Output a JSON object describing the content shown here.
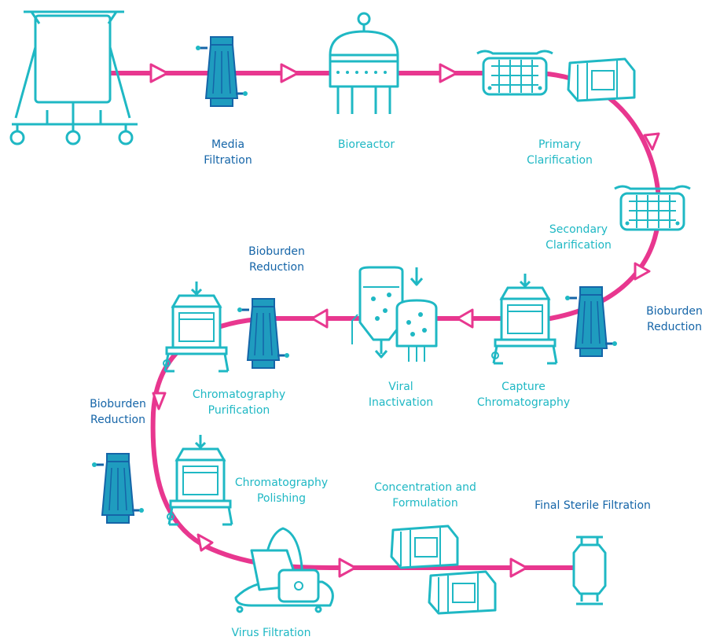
{
  "colors": {
    "flow_line": "#e8378f",
    "outline": "#1fb8c4",
    "filter_fill": "#1f9cbf",
    "filter_dark": "#1565a8",
    "label_dark": "#1565a8",
    "label_cyan": "#1fb8c4"
  },
  "steps": [
    {
      "id": "media-filtration",
      "lines": [
        "Media",
        "Filtration"
      ],
      "tone": "dark"
    },
    {
      "id": "bioreactor",
      "lines": [
        "Bioreactor"
      ],
      "tone": "cyan"
    },
    {
      "id": "primary-clarification",
      "lines": [
        "Primary",
        "Clarification"
      ],
      "tone": "cyan"
    },
    {
      "id": "secondary-clarification",
      "lines": [
        "Secondary",
        "Clarification"
      ],
      "tone": "cyan"
    },
    {
      "id": "bioburden-reduction-1",
      "lines": [
        "Bioburden",
        "Reduction"
      ],
      "tone": "dark"
    },
    {
      "id": "capture-chromatography",
      "lines": [
        "Capture",
        "Chromatography"
      ],
      "tone": "cyan"
    },
    {
      "id": "viral-inactivation",
      "lines": [
        "Viral",
        "Inactivation"
      ],
      "tone": "cyan"
    },
    {
      "id": "bioburden-reduction-2",
      "lines": [
        "Bioburden",
        "Reduction"
      ],
      "tone": "dark"
    },
    {
      "id": "chromatography-purification",
      "lines": [
        "Chromatography",
        "Purification"
      ],
      "tone": "cyan"
    },
    {
      "id": "bioburden-reduction-3",
      "lines": [
        "Bioburden",
        "Reduction"
      ],
      "tone": "dark"
    },
    {
      "id": "chromatography-polishing",
      "lines": [
        "Chromatography",
        "Polishing"
      ],
      "tone": "cyan"
    },
    {
      "id": "virus-filtration",
      "lines": [
        "Virus Filtration"
      ],
      "tone": "cyan"
    },
    {
      "id": "concentration-and-formulation",
      "lines": [
        "Concentration and",
        "Formulation"
      ],
      "tone": "cyan"
    },
    {
      "id": "final-sterile-filtration",
      "lines": [
        "Final Sterile Filtration"
      ],
      "tone": "dark"
    }
  ],
  "icons": [
    {
      "name": "media-tank-icon"
    },
    {
      "name": "media-filter-icon"
    },
    {
      "name": "bioreactor-icon"
    },
    {
      "name": "primary-clarification-depth-filter-icon"
    },
    {
      "name": "primary-clarification-cassette-icon"
    },
    {
      "name": "secondary-clarification-depth-filter-icon"
    },
    {
      "name": "bioburden-filter-1-icon"
    },
    {
      "name": "capture-chromatography-column-icon"
    },
    {
      "name": "viral-inactivation-vessels-icon"
    },
    {
      "name": "bioburden-filter-2-icon"
    },
    {
      "name": "purification-chromatography-column-icon"
    },
    {
      "name": "bioburden-filter-3-icon"
    },
    {
      "name": "polishing-chromatography-column-icon"
    },
    {
      "name": "virus-filtration-system-icon"
    },
    {
      "name": "concentration-cassette-top-icon"
    },
    {
      "name": "concentration-cassette-bottom-icon"
    },
    {
      "name": "final-sterile-filter-icon"
    }
  ]
}
